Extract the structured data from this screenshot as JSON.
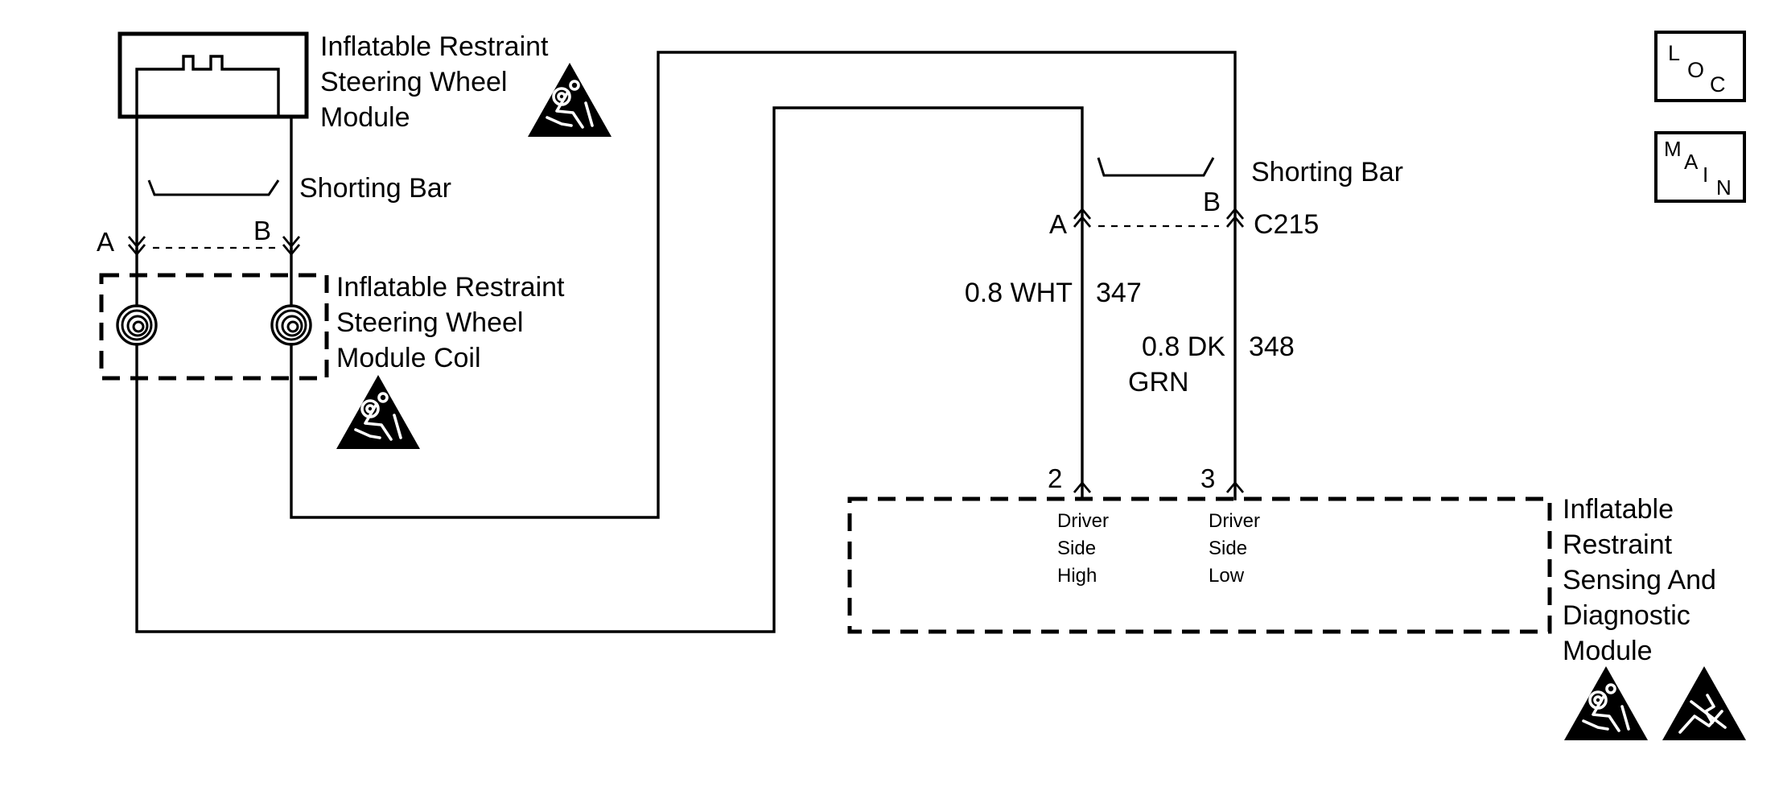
{
  "components": {
    "steering_wheel_module": {
      "label_lines": [
        "Inflatable Restraint",
        "Steering Wheel",
        "Module"
      ],
      "icon": "airbag-warning-icon"
    },
    "module_coil": {
      "label_lines": [
        "Inflatable Restraint",
        "Steering Wheel",
        "Module Coil"
      ],
      "icon": "airbag-warning-icon",
      "coil_icon": "coil-spring-icon"
    },
    "sdm": {
      "label_lines": [
        "Inflatable",
        "Restraint",
        "Sensing And",
        "Diagnostic",
        "Module"
      ],
      "icons": [
        "airbag-warning-icon",
        "esd-warning-icon"
      ]
    }
  },
  "shorting_bars": {
    "left": {
      "label": "Shorting Bar"
    },
    "right": {
      "label": "Shorting Bar"
    }
  },
  "connectors": {
    "coil_connector": {
      "pins": [
        "A",
        "B"
      ]
    },
    "c215": {
      "name": "C215",
      "pins": [
        "A",
        "B"
      ]
    },
    "sdm_pins": {
      "pin_2": {
        "number": "2",
        "function_lines": [
          "Driver",
          "Side",
          "High"
        ]
      },
      "pin_3": {
        "number": "3",
        "function_lines": [
          "Driver",
          "Side",
          "Low"
        ]
      }
    }
  },
  "wires": {
    "high": {
      "gauge_color": "0.8 WHT",
      "circuit": "347"
    },
    "low": {
      "gauge_color_lines": [
        "0.8 DK",
        "GRN"
      ],
      "circuit": "348"
    }
  },
  "side_buttons": {
    "loc": {
      "letters": [
        "L",
        "O",
        "C"
      ],
      "icon": "location-view-icon"
    },
    "main": {
      "letters": [
        "M",
        "A",
        "I",
        "N"
      ],
      "icon": "main-view-icon"
    }
  }
}
